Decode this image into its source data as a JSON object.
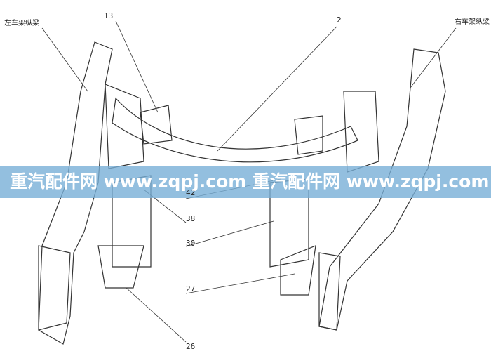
{
  "labels": {
    "left_rail": "左车架纵梁",
    "right_rail": "右车架纵梁",
    "p13": "13",
    "p2": "2",
    "p42": "42",
    "p38": "38",
    "p30": "30",
    "p27": "27",
    "p26": "26"
  },
  "watermark": "重汽配件网  www.zqpj.com  重汽配件网  www.zqpj.com  重"
}
